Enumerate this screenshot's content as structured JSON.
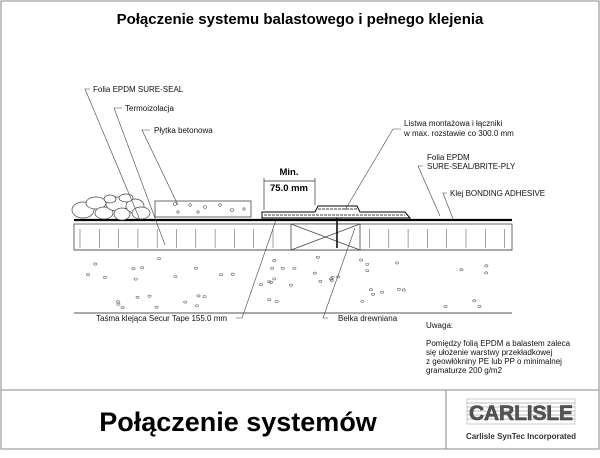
{
  "header": {
    "title": "Połączenie systemu balastowego i pełnego klejenia"
  },
  "labels": {
    "membrane_left": "Folia EPDM SURE-SEAL",
    "insulation": "Termoizolacja",
    "concrete_tile": "Płytka betonowa",
    "batten_line1": "Listwa montażowa i łączniki",
    "batten_line2": "w max. rozstawie co 300.0 mm",
    "membrane_right_line1": "Folia EPDM",
    "membrane_right_line2": "SURE-SEAL/BRITE-PLY",
    "adhesive": "Klej BONDING ADHESIVE",
    "tape": "Taśma klejąca Secur Tape 155.0 mm",
    "beam": "Belka drewniana",
    "dim_min": "Min.",
    "dim_value": "75.0 mm"
  },
  "note": {
    "heading": "Uwaga:",
    "lines": [
      "Pomiędzy folią EPDM a balastem zaleca",
      "się ułożenie warstwy przekładkowej",
      "z geowłókniny PE lub PP o minimalnej",
      "gramaturze 200 g/m2"
    ]
  },
  "footer": {
    "title": "Połączenie systemów",
    "logo_text": "CARLISLE",
    "company": "Carlisle SynTec Incorporated"
  }
}
